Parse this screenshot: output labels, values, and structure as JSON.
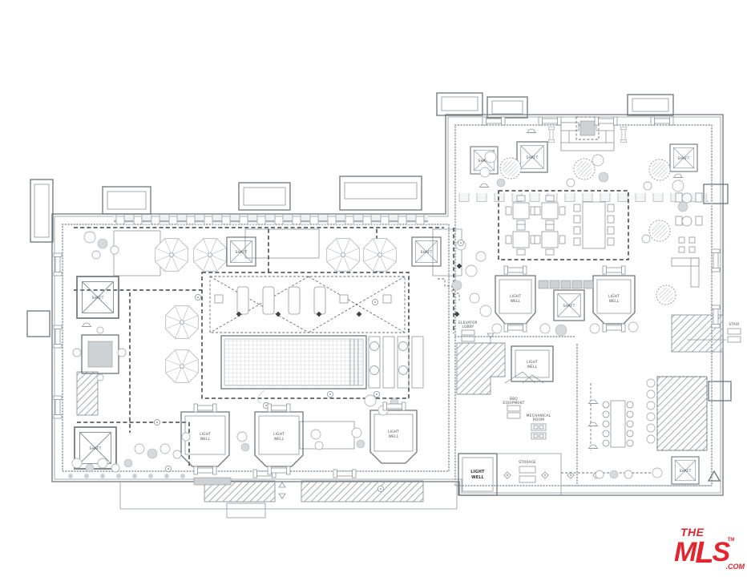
{
  "plan": {
    "kind": "architectural rooftop amenity deck floor plan"
  },
  "labels": {
    "light": "LIGHT",
    "well": "WELL",
    "shaft": "SHAFT",
    "storage": "STORAGE",
    "mechanical": "MECHANICAL",
    "room": "ROOM",
    "elevator": "ELEVATOR",
    "lobby": "LOBBY",
    "stair": "STAIR",
    "bbq": "BBQ",
    "equipment": "EQUIPMENT"
  },
  "logo": {
    "the": "THE",
    "m": "M",
    "l": "L",
    "s": "S",
    "tm": "TM",
    "com": ".COM",
    "color": "#e32530"
  }
}
